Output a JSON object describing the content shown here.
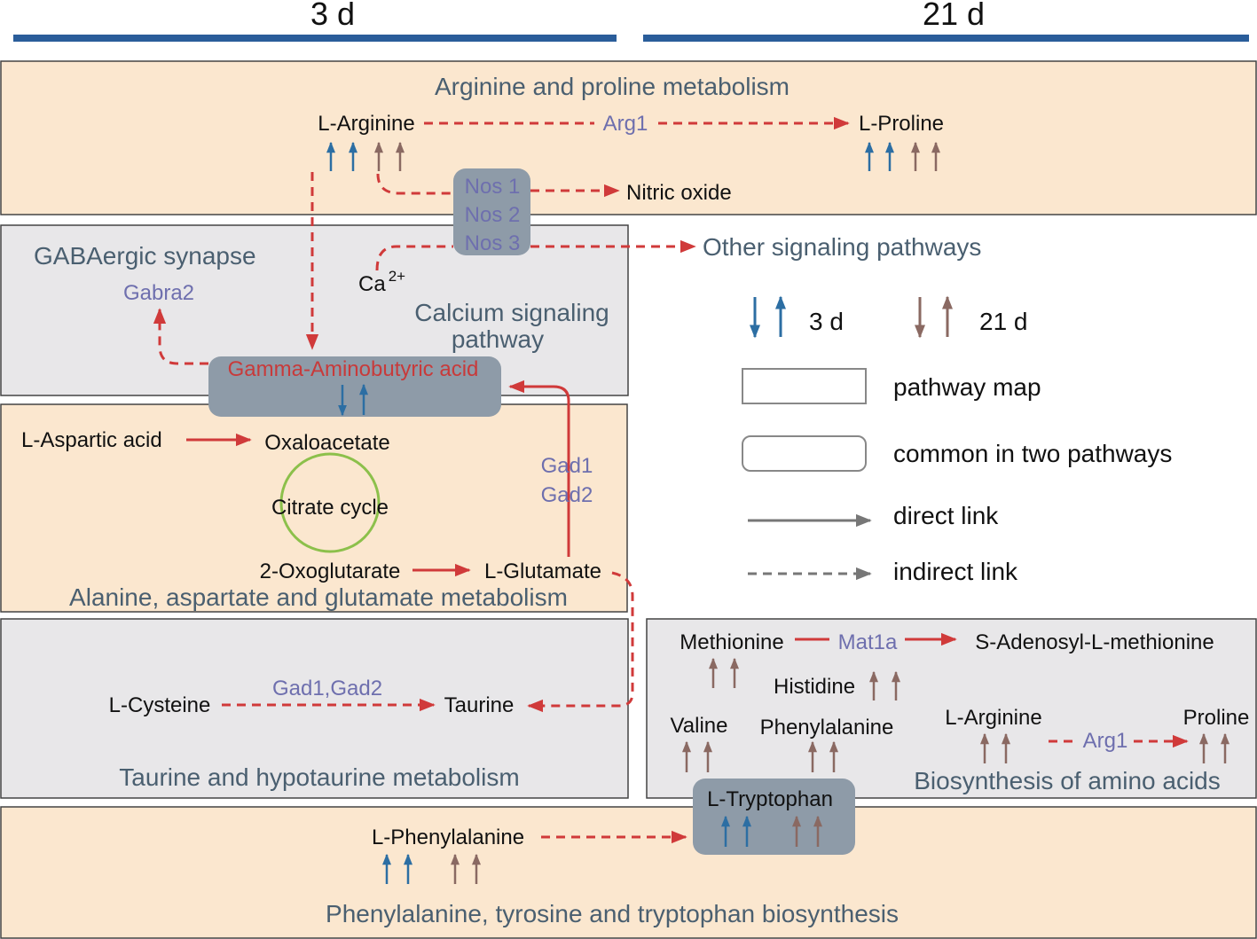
{
  "timepoints": {
    "left": "3 d",
    "right": "21 d"
  },
  "pathways": {
    "arginine_proline": "Arginine and proline metabolism",
    "gabaergic": "GABAergic synapse",
    "calcium_line1": "Calcium signaling",
    "calcium_line2": "pathway",
    "ala_asp_glu": "Alanine, aspartate and glutamate metabolism",
    "taurine": "Taurine and hypotaurine metabolism",
    "biosynthesis": "Biosynthesis of amino acids",
    "phe_tyr_trp": "Phenylalanine, tyrosine and tryptophan biosynthesis",
    "other_signaling": "Other signaling pathways",
    "citrate_cycle": "Citrate cycle"
  },
  "metabolites": {
    "l_arginine": "L-Arginine",
    "l_proline": "L-Proline",
    "nitric_oxide": "Nitric oxide",
    "calcium": "Ca",
    "calcium_charge": "2+",
    "gaba": "Gamma-Aminobutyric acid",
    "l_aspartic_acid": "L-Aspartic acid",
    "oxaloacetate": "Oxaloacetate",
    "oxoglutarate": "2-Oxoglutarate",
    "l_glutamate": "L-Glutamate",
    "l_cysteine": "L-Cysteine",
    "taurine": "Taurine",
    "methionine": "Methionine",
    "sam": "S-Adenosyl-L-methionine",
    "histidine": "Histidine",
    "valine": "Valine",
    "phenylalanine": "Phenylalanine",
    "l_arginine_2": "L-Arginine",
    "proline": "Proline",
    "l_tryptophan": "L-Tryptophan",
    "l_phenylalanine": "L-Phenylalanine"
  },
  "enzymes": {
    "arg1": "Arg1",
    "nos1": "Nos 1",
    "nos2": "Nos 2",
    "nos3": "Nos 3",
    "gabra2": "Gabra2",
    "gad1": "Gad1",
    "gad2": "Gad2",
    "gad1_gad2": "Gad1,Gad2",
    "mat1a": "Mat1a",
    "arg1_2": "Arg1"
  },
  "legend": {
    "d3": "3 d",
    "d21": "21 d",
    "pathway_map": "pathway map",
    "common": "common in two pathways",
    "direct": "direct link",
    "indirect": "indirect link"
  },
  "colors": {
    "orange_panel": "#fbe7cf",
    "gray_panel": "#e8e7e9",
    "common_box": "#8e9ba8",
    "red_link": "#d03a3a",
    "blue_up": "#2c6ea3",
    "brown_up": "#8a6962",
    "bar": "#2a5d9a",
    "enzyme": "#6e6fae",
    "pathway_title": "#4a5f70",
    "citrate_circle": "#8cc04b"
  }
}
